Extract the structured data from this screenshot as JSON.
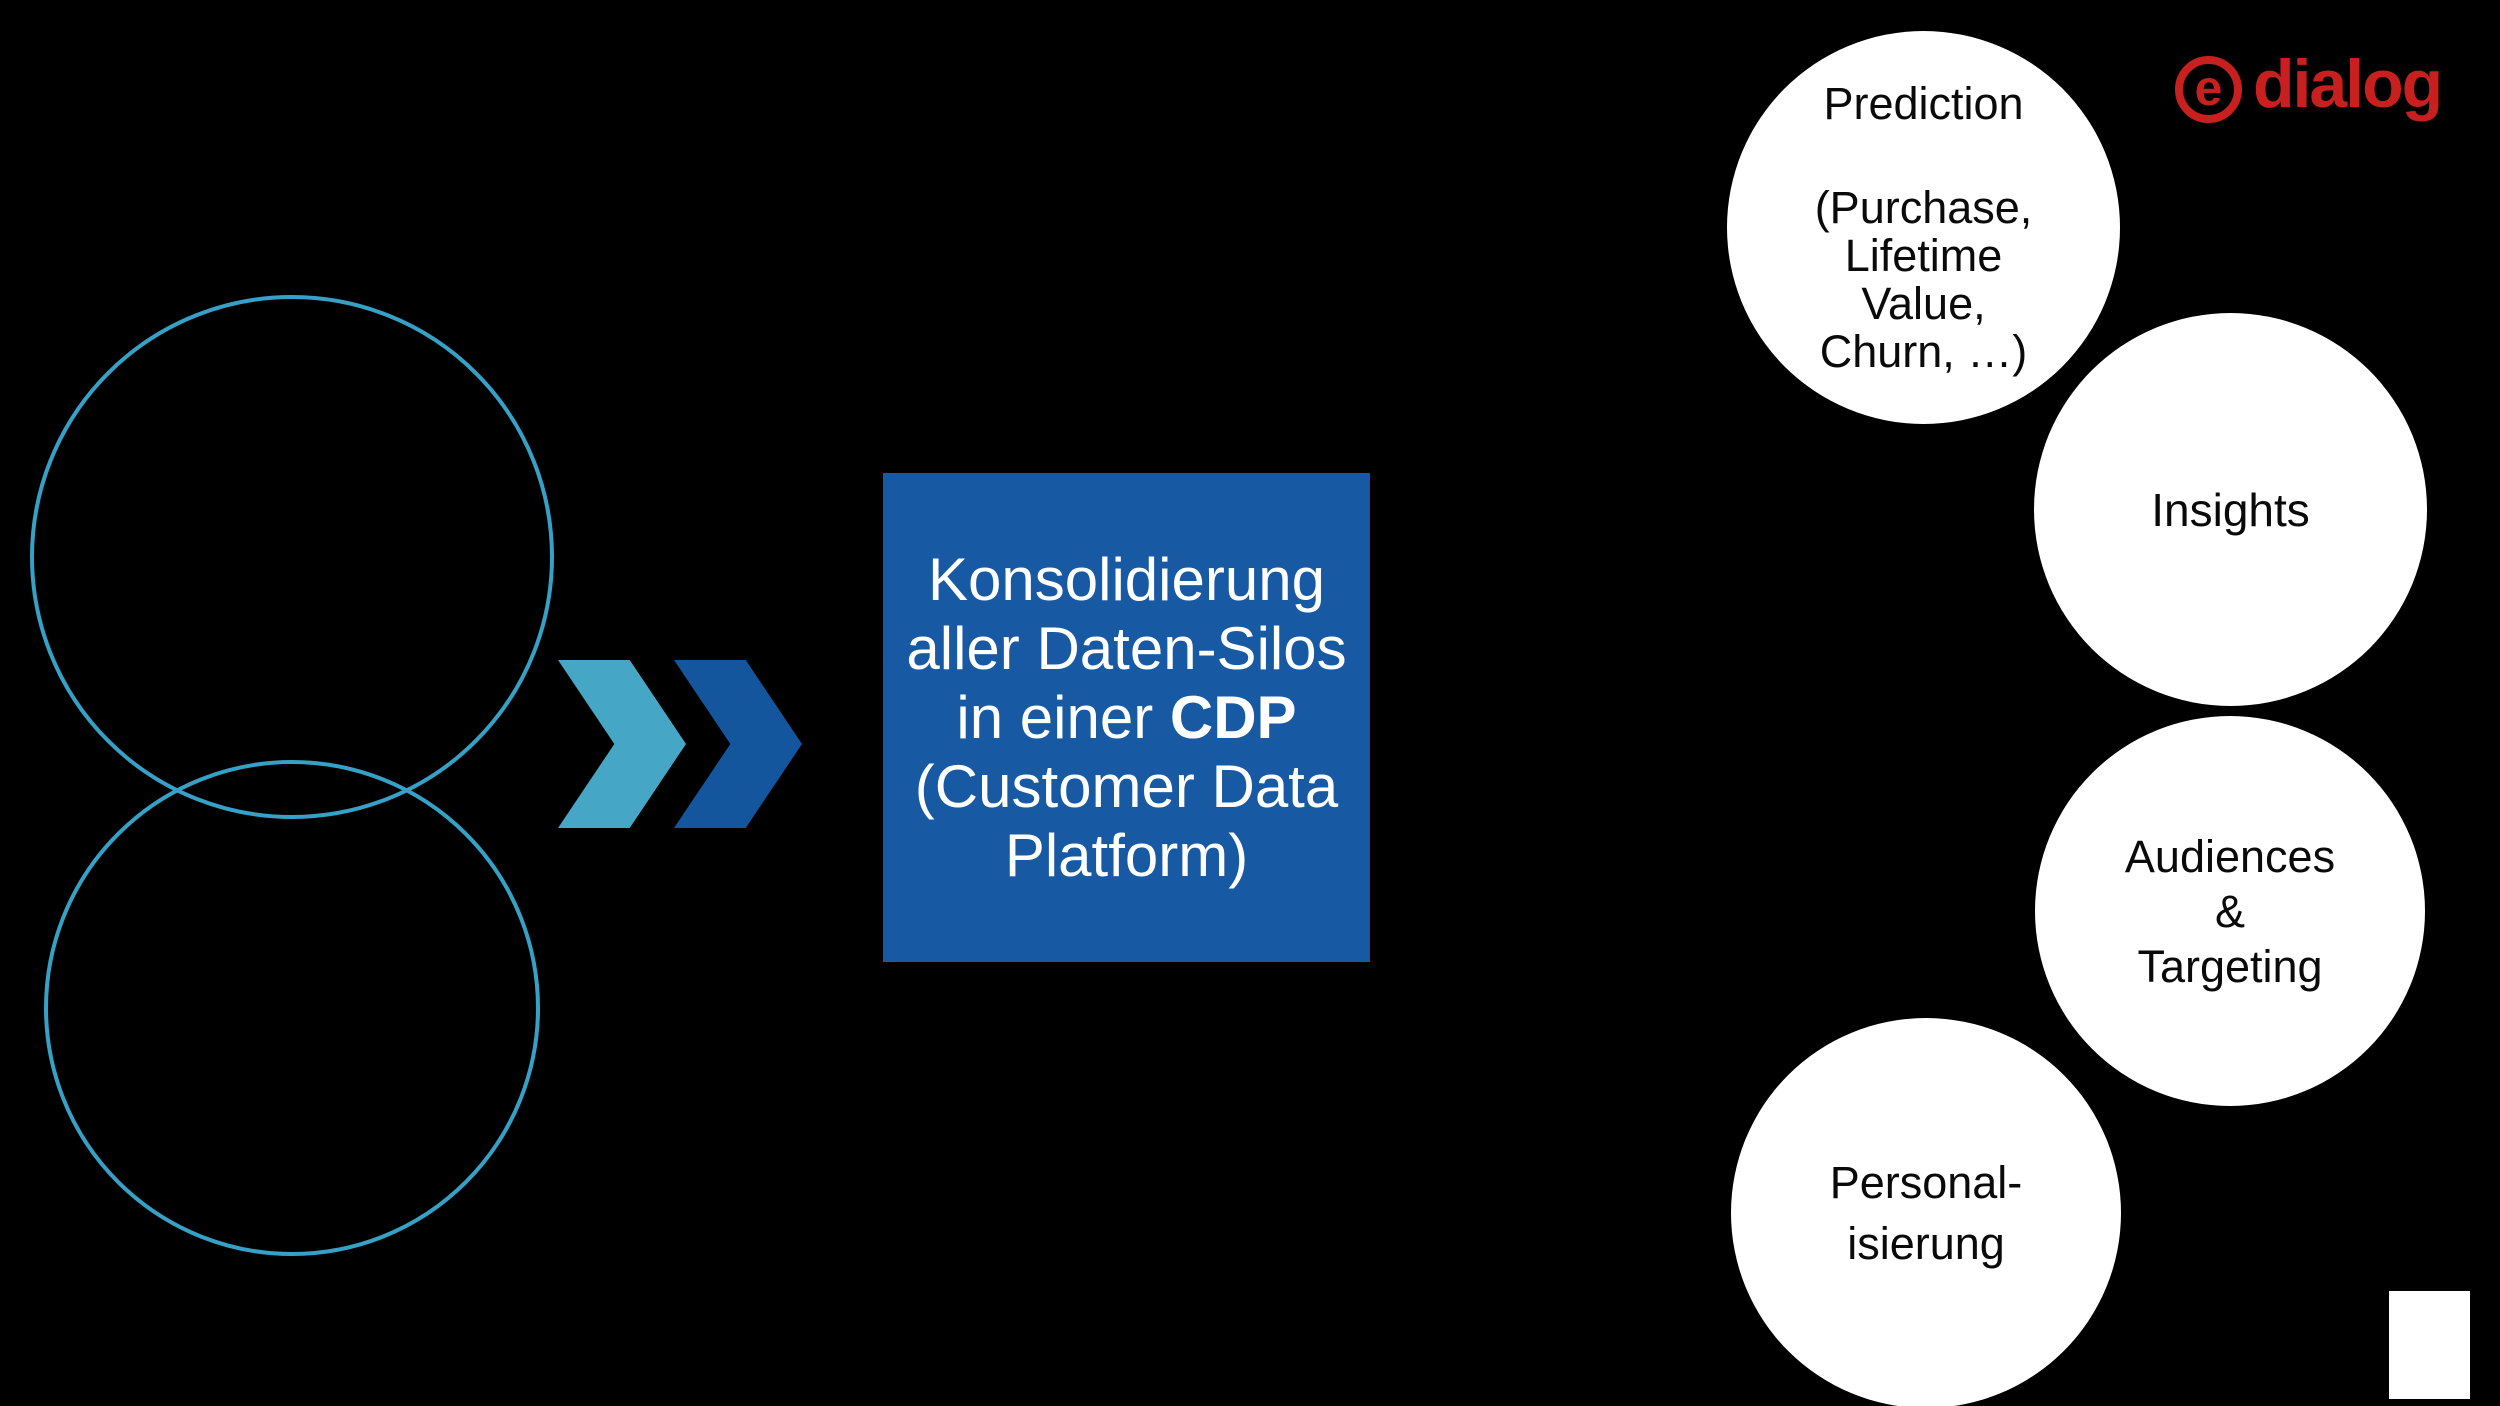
{
  "slide": {
    "background": "#000000"
  },
  "logo": {
    "mark_letter": "e",
    "wordmark": "dialog",
    "color": "#C7201E"
  },
  "venn": {
    "stroke_color": "#36A1C7"
  },
  "arrows": {
    "light_color": "#45A7C5",
    "dark_color": "#14569D"
  },
  "cdp_box": {
    "background": "#1859A4",
    "text_color": "#FFFFFF",
    "line1": "Konsolidierung",
    "line2": "aller Daten-Silos",
    "line3_normal": "in einer ",
    "line3_bold": "CDP",
    "line4": "(Customer Data",
    "line5": "Platform)"
  },
  "outputs": {
    "prediction": {
      "title": "Prediction",
      "sub_line1": "(Purchase,",
      "sub_line2": "Lifetime",
      "sub_line3": "Value,",
      "sub_line4": "Churn, …)"
    },
    "insights": {
      "label": "Insights"
    },
    "audiences": {
      "line1": "Audiences",
      "line2": "&",
      "line3": "Targeting"
    },
    "personalization": {
      "line1": "Personal-",
      "line2": "isierung"
    }
  }
}
